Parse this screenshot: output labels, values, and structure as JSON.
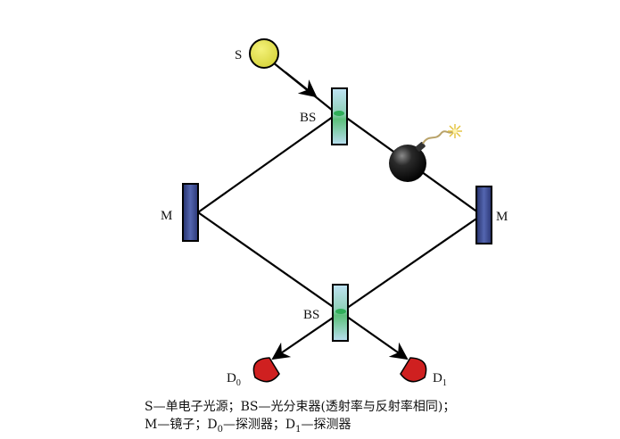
{
  "labels": {
    "source": "S",
    "beam_splitter_top": "BS",
    "beam_splitter_bottom": "BS",
    "mirror_left": "M",
    "mirror_right": "M",
    "detector_0": {
      "main": "D",
      "sub": "0"
    },
    "detector_1": {
      "main": "D",
      "sub": "1"
    }
  },
  "caption": {
    "line1": "S—单电子光源；BS—光分束器(透射率与反射率相同)；",
    "line2": {
      "part1": "M—镜子；D",
      "sub1": "0",
      "part2": "—探测器；D",
      "sub2": "1",
      "part3": "—探测器"
    }
  },
  "colors": {
    "source_fill": "#e2e04a",
    "mirror_fill": "#3b4a8e",
    "beam_splitter_fill": "#a8d8ee",
    "detector_fill": "#cf2020",
    "bomb_fill": "#111111",
    "line": "#000000"
  },
  "icons": [
    "source-circle",
    "beam-splitter",
    "mirror",
    "bomb-icon",
    "detector-cup"
  ]
}
